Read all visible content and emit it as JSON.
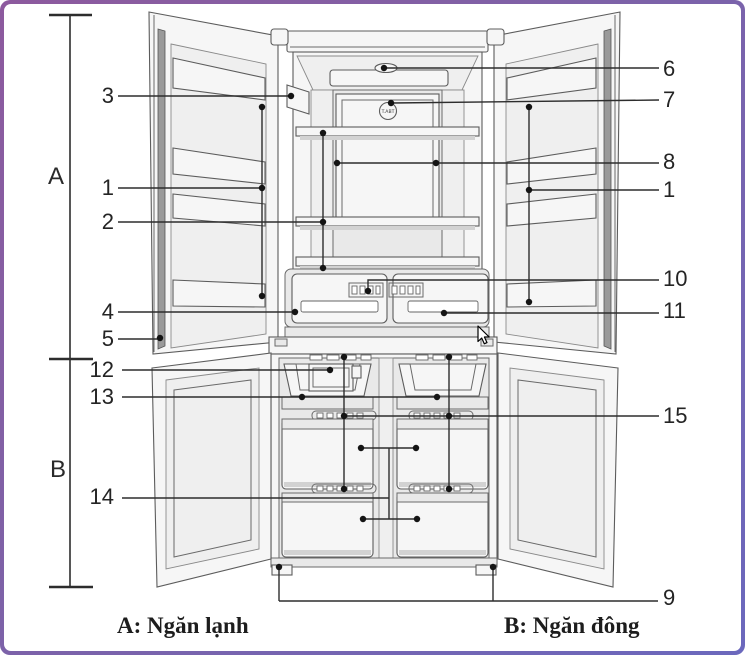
{
  "diagram": {
    "badge": {
      "label": "T.ABT"
    },
    "brackets": {
      "a": "A",
      "b": "B"
    },
    "captions": {
      "a": "A: Ngăn lạnh",
      "b": "B: Ngăn đông"
    },
    "callouts": {
      "left": [
        {
          "label": "3"
        },
        {
          "label": "1"
        },
        {
          "label": "2"
        },
        {
          "label": "4"
        },
        {
          "label": "5"
        },
        {
          "label": "12"
        },
        {
          "label": "13"
        },
        {
          "label": "14"
        }
      ],
      "right": [
        {
          "label": "6"
        },
        {
          "label": "7"
        },
        {
          "label": "8"
        },
        {
          "label": "1"
        },
        {
          "label": "10"
        },
        {
          "label": "11"
        },
        {
          "label": "15"
        },
        {
          "label": "9"
        }
      ]
    },
    "colors": {
      "border_gradient_start": "#8d5a9e",
      "border_gradient_end": "#6b68bd",
      "leader_line": "#2d2d2d",
      "artwork_line": "#5c5c5c"
    }
  }
}
